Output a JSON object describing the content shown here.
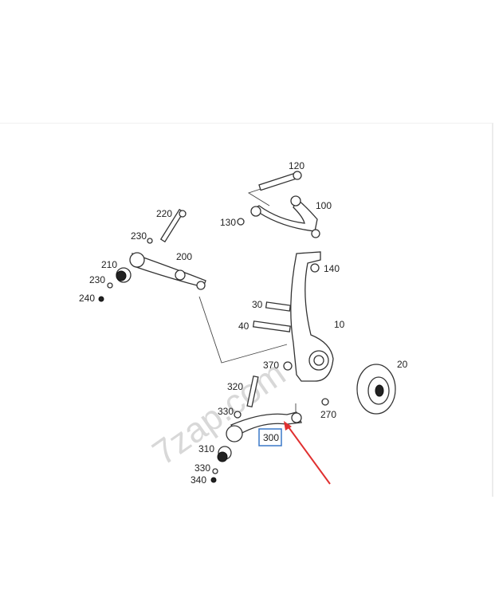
{
  "diagram": {
    "watermark": "7zap.com",
    "highlighted_part": "300",
    "highlight_box_color": "#3a78c8",
    "arrow_color": "#e03030",
    "labels": [
      {
        "id": "p120",
        "text": "120"
      },
      {
        "id": "p100",
        "text": "100"
      },
      {
        "id": "p130",
        "text": "130"
      },
      {
        "id": "p220",
        "text": "220"
      },
      {
        "id": "p230a",
        "text": "230"
      },
      {
        "id": "p200",
        "text": "200"
      },
      {
        "id": "p210",
        "text": "210"
      },
      {
        "id": "p230b",
        "text": "230"
      },
      {
        "id": "p240",
        "text": "240"
      },
      {
        "id": "p140",
        "text": "140"
      },
      {
        "id": "p30",
        "text": "30"
      },
      {
        "id": "p40",
        "text": "40"
      },
      {
        "id": "p10",
        "text": "10"
      },
      {
        "id": "p370",
        "text": "370"
      },
      {
        "id": "p20",
        "text": "20"
      },
      {
        "id": "p320",
        "text": "320"
      },
      {
        "id": "p330a",
        "text": "330"
      },
      {
        "id": "p270",
        "text": "270"
      },
      {
        "id": "p300",
        "text": "300"
      },
      {
        "id": "p310",
        "text": "310"
      },
      {
        "id": "p330b",
        "text": "330"
      },
      {
        "id": "p340",
        "text": "340"
      }
    ]
  }
}
